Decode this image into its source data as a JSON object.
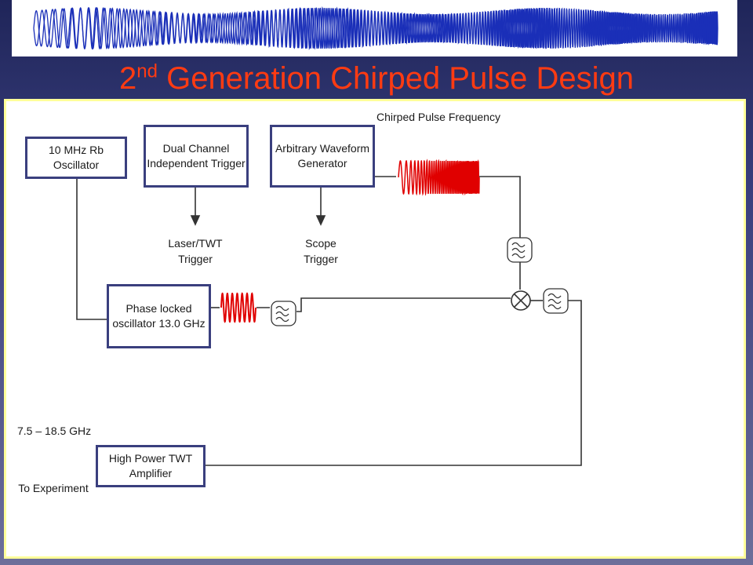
{
  "title": {
    "main": "Generation Chirped Pulse Design",
    "prefix": "2",
    "suffix": "nd"
  },
  "blocks": {
    "rb_oscillator": "10 MHz Rb Oscillator",
    "trigger": "Dual Channel Independent Trigger",
    "awg": "Arbitrary Waveform Generator",
    "plo": "Phase locked oscillator 13.0 GHz",
    "twt": "High Power TWT Amplifier"
  },
  "labels": {
    "chirp_freq": "Chirped Pulse Frequency",
    "laser_trigger": "Laser/TWT Trigger",
    "scope_trigger": "Scope Trigger",
    "band": "7.5 – 18.5 GHz",
    "to_experiment": "To Experiment"
  },
  "colors": {
    "accent": "#ff3b12",
    "wave": "#e00000",
    "box_border": "#3a3f7e",
    "banner_wave": "#1a2fb8"
  },
  "icons": [
    "chirp-banner-icon",
    "filter-icon",
    "mixer-icon",
    "arrow-down-icon",
    "sine-wave-icon",
    "chirp-wave-icon"
  ]
}
